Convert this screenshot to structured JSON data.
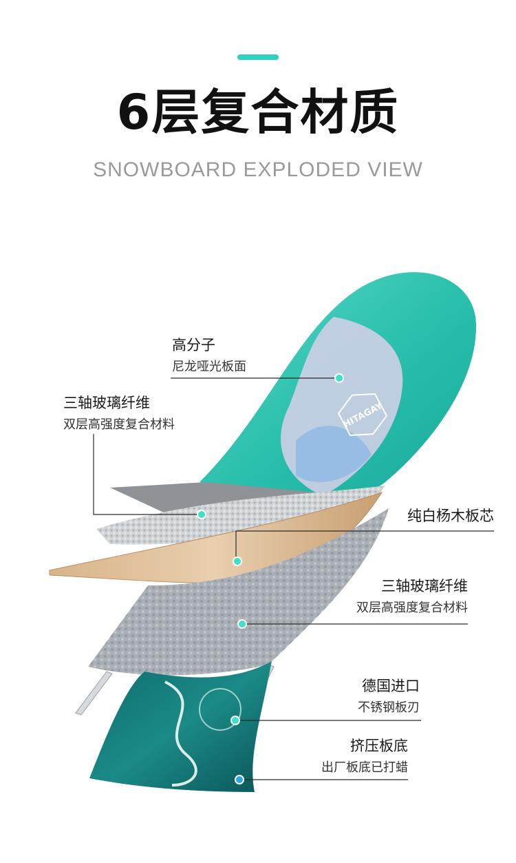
{
  "header": {
    "title": "6层复合材质",
    "subtitle": "SNOWBOARD EXPLODED VIEW"
  },
  "colors": {
    "accent": "#2fd3bd",
    "dot": "#3ee0c6",
    "line": "#2a2a2a"
  },
  "layers": [
    {
      "title": "高分子",
      "desc": "尼龙哑光板面"
    },
    {
      "title": "三轴玻璃纤维",
      "desc": "双层高强度复合材料"
    },
    {
      "title": "纯白杨木板芯",
      "desc": ""
    },
    {
      "title": "三轴玻璃纤维",
      "desc": "双层高强度复合材料"
    },
    {
      "title": "德国进口",
      "desc": "不锈钢板刃"
    },
    {
      "title": "挤压板底",
      "desc": "出厂板底已打蜡"
    }
  ],
  "brand_logo": "HITAGAY"
}
